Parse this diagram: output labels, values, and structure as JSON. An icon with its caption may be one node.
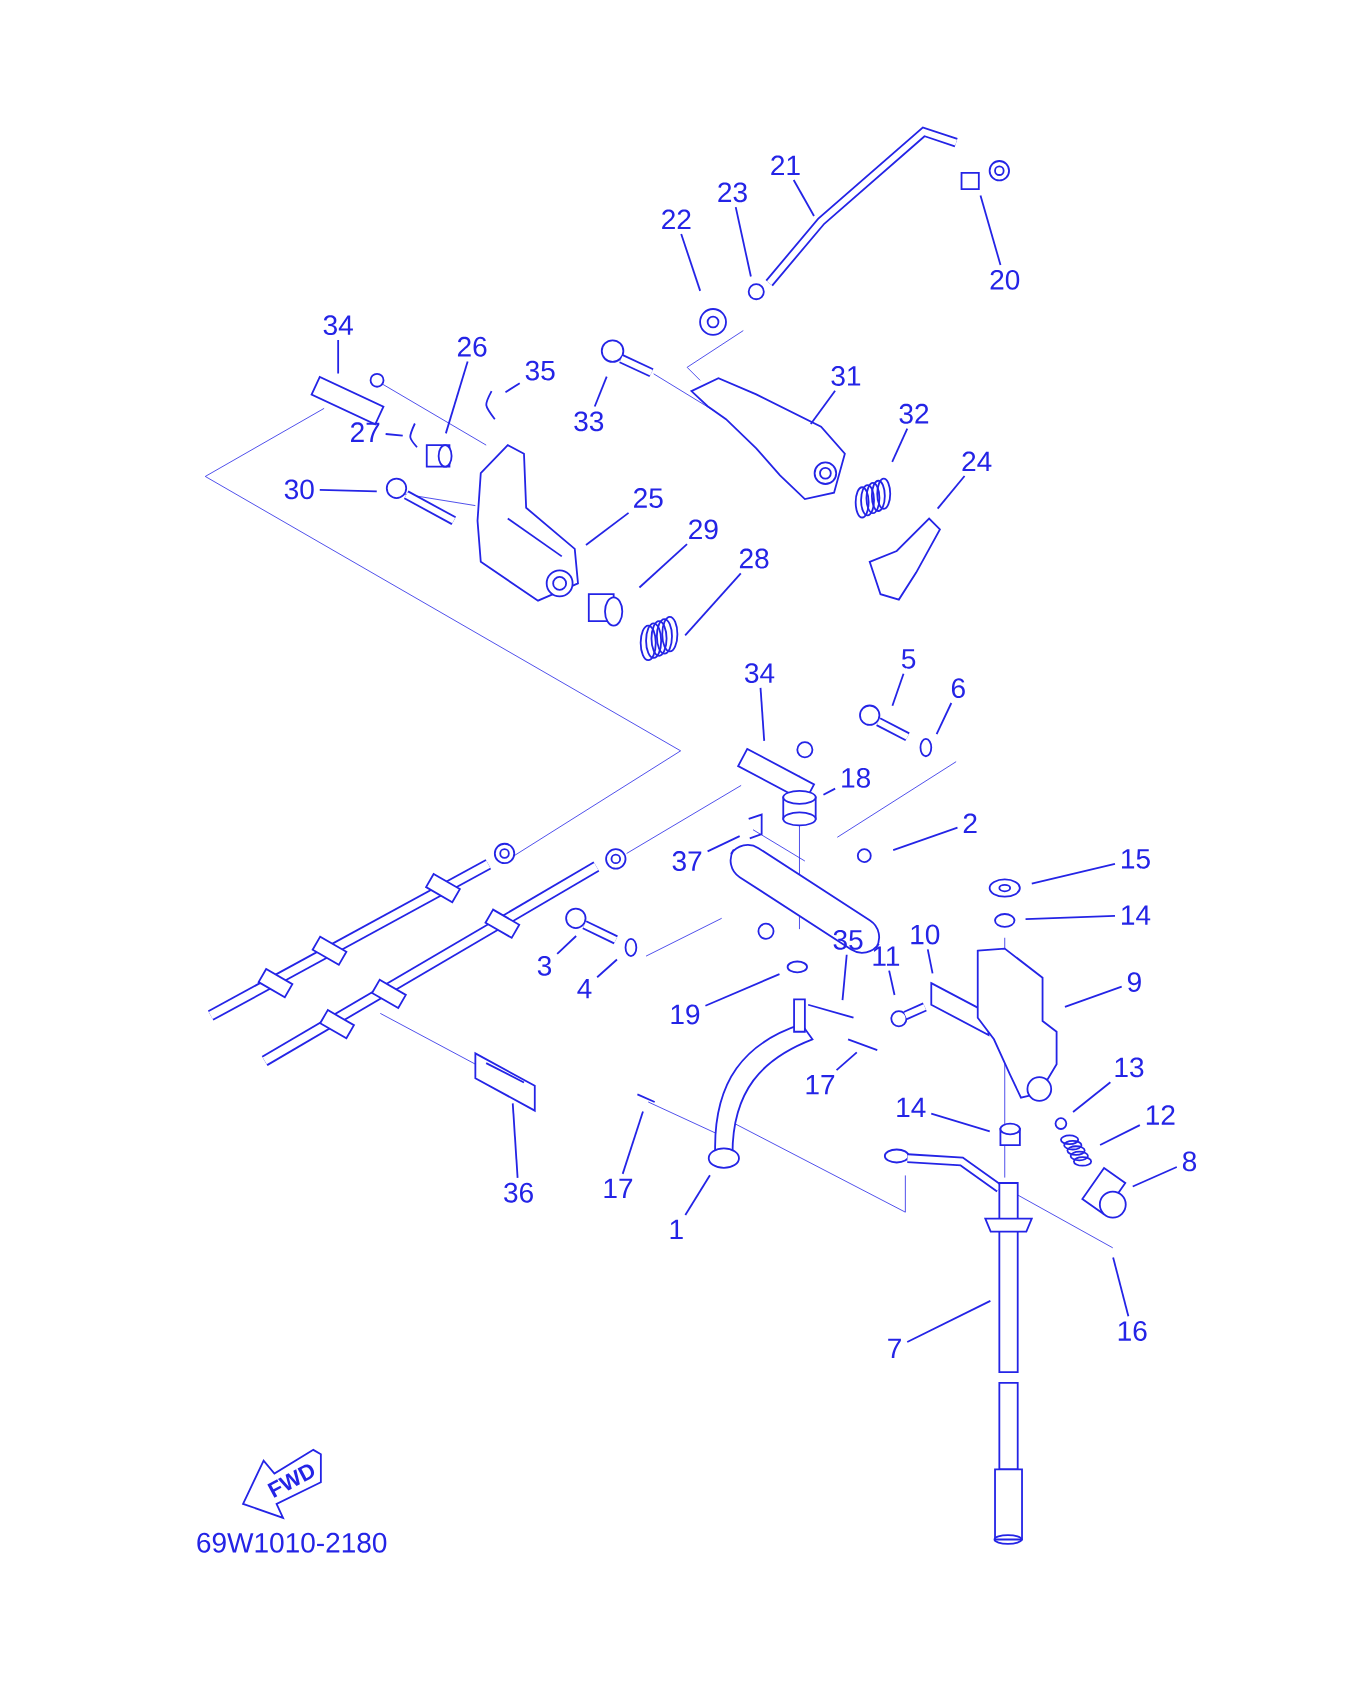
{
  "diagram": {
    "nodes": [
      {
        "text": [
          "21"
        ]
      },
      {
        "text": [
          "23"
        ]
      },
      {
        "text": [
          "22"
        ]
      },
      {
        "text": [
          "20"
        ]
      },
      {
        "text": [
          "34"
        ]
      },
      {
        "text": [
          "26"
        ]
      },
      {
        "text": [
          "35"
        ]
      },
      {
        "text": [
          "27"
        ]
      },
      {
        "text": [
          "33"
        ]
      },
      {
        "text": [
          "31"
        ]
      },
      {
        "text": [
          "32"
        ]
      },
      {
        "text": [
          "24"
        ]
      },
      {
        "text": [
          "30"
        ]
      },
      {
        "text": [
          "25"
        ]
      },
      {
        "text": [
          "29"
        ]
      },
      {
        "text": [
          "28"
        ]
      },
      {
        "text": [
          "34"
        ]
      },
      {
        "text": [
          "5"
        ]
      },
      {
        "text": [
          "6"
        ]
      },
      {
        "text": [
          "18"
        ]
      },
      {
        "text": [
          "2"
        ]
      },
      {
        "text": [
          "37"
        ]
      },
      {
        "text": [
          "15"
        ]
      },
      {
        "text": [
          "14"
        ]
      },
      {
        "text": [
          "10"
        ]
      },
      {
        "text": [
          "35"
        ]
      },
      {
        "text": [
          "11"
        ]
      },
      {
        "text": [
          "9"
        ]
      },
      {
        "text": [
          "3"
        ]
      },
      {
        "text": [
          "4"
        ]
      },
      {
        "text": [
          "19"
        ]
      },
      {
        "text": [
          "17"
        ]
      },
      {
        "text": [
          "13"
        ]
      },
      {
        "text": [
          "12"
        ]
      },
      {
        "text": [
          "14"
        ]
      },
      {
        "text": [
          "8"
        ]
      },
      {
        "text": [
          "36"
        ]
      },
      {
        "text": [
          "17"
        ]
      },
      {
        "text": [
          "1"
        ]
      },
      {
        "text": [
          "16"
        ]
      },
      {
        "text": [
          "7"
        ]
      }
    ],
    "edges": [
      {
        "from": 0,
        "to": null,
        "arrow": "none"
      },
      {
        "from": 1,
        "to": null,
        "arrow": "none"
      },
      {
        "from": 2,
        "to": null,
        "arrow": "none"
      },
      {
        "from": 3,
        "to": null,
        "arrow": "none"
      },
      {
        "from": 4,
        "to": null,
        "arrow": "none"
      },
      {
        "from": 5,
        "to": null,
        "arrow": "none"
      },
      {
        "from": 6,
        "to": null,
        "arrow": "none"
      },
      {
        "from": 7,
        "to": null,
        "arrow": "none"
      },
      {
        "from": 8,
        "to": null,
        "arrow": "none"
      },
      {
        "from": 9,
        "to": null,
        "arrow": "none"
      },
      {
        "from": 10,
        "to": null,
        "arrow": "none"
      },
      {
        "from": 11,
        "to": null,
        "arrow": "none"
      },
      {
        "from": 12,
        "to": null,
        "arrow": "none"
      },
      {
        "from": 13,
        "to": null,
        "arrow": "none"
      },
      {
        "from": 14,
        "to": null,
        "arrow": "none"
      },
      {
        "from": 15,
        "to": null,
        "arrow": "none"
      },
      {
        "from": 16,
        "to": null,
        "arrow": "none"
      },
      {
        "from": 17,
        "to": null,
        "arrow": "none"
      },
      {
        "from": 18,
        "to": null,
        "arrow": "none"
      },
      {
        "from": 19,
        "to": null,
        "arrow": "none"
      },
      {
        "from": 20,
        "to": null,
        "arrow": "none"
      },
      {
        "from": 21,
        "to": null,
        "arrow": "none"
      },
      {
        "from": 22,
        "to": null,
        "arrow": "none"
      },
      {
        "from": 23,
        "to": null,
        "arrow": "none"
      },
      {
        "from": 24,
        "to": null,
        "arrow": "none"
      },
      {
        "from": 25,
        "to": null,
        "arrow": "none"
      },
      {
        "from": 26,
        "to": null,
        "arrow": "none"
      },
      {
        "from": 27,
        "to": null,
        "arrow": "none"
      },
      {
        "from": 28,
        "to": null,
        "arrow": "none"
      },
      {
        "from": 29,
        "to": null,
        "arrow": "none"
      },
      {
        "from": 30,
        "to": null,
        "arrow": "none"
      },
      {
        "from": 31,
        "to": null,
        "arrow": "none"
      },
      {
        "from": 32,
        "to": null,
        "arrow": "none"
      },
      {
        "from": 33,
        "to": null,
        "arrow": "none"
      },
      {
        "from": 34,
        "to": null,
        "arrow": "none"
      },
      {
        "from": 35,
        "to": null,
        "arrow": "none"
      },
      {
        "from": 36,
        "to": null,
        "arrow": "none"
      },
      {
        "from": 37,
        "to": null,
        "arrow": "none"
      },
      {
        "from": 38,
        "to": null,
        "arrow": "none"
      },
      {
        "from": 39,
        "to": null,
        "arrow": "none"
      },
      {
        "from": 40,
        "to": null,
        "arrow": "none"
      }
    ],
    "labels": [
      "FWD",
      "69W1010-2180"
    ]
  }
}
